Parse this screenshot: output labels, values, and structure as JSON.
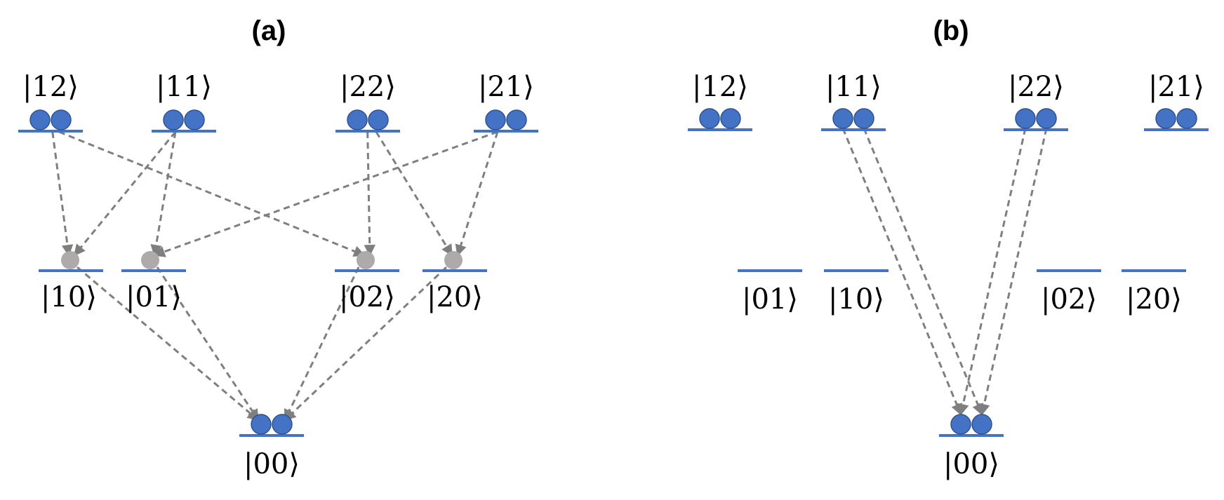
{
  "colors": {
    "level": "#4472C4",
    "particle_fill": "#4472C4",
    "particle_stroke": "#2F528F",
    "virtual_particle": "#AEAAAA",
    "arrow": "#7F7F7F"
  },
  "panels": [
    {
      "id": "a",
      "title": "(a)",
      "levels": [
        {
          "id": "12",
          "label": "|12⟩",
          "particles": 2,
          "kind": "top"
        },
        {
          "id": "11",
          "label": "|11⟩",
          "particles": 2,
          "kind": "top"
        },
        {
          "id": "22",
          "label": "|22⟩",
          "particles": 2,
          "kind": "top"
        },
        {
          "id": "21",
          "label": "|21⟩",
          "particles": 2,
          "kind": "top"
        },
        {
          "id": "10",
          "label": "|10⟩",
          "particles": 1,
          "kind": "mid-virtual"
        },
        {
          "id": "01",
          "label": "|01⟩",
          "particles": 1,
          "kind": "mid-virtual"
        },
        {
          "id": "02",
          "label": "|02⟩",
          "particles": 1,
          "kind": "mid-virtual"
        },
        {
          "id": "20",
          "label": "|20⟩",
          "particles": 1,
          "kind": "mid-virtual"
        },
        {
          "id": "00",
          "label": "|00⟩",
          "particles": 2,
          "kind": "bottom"
        }
      ],
      "transitions": [
        {
          "from": "12",
          "to": "10"
        },
        {
          "from": "12",
          "to": "02"
        },
        {
          "from": "11",
          "to": "10"
        },
        {
          "from": "11",
          "to": "01"
        },
        {
          "from": "22",
          "to": "02"
        },
        {
          "from": "22",
          "to": "20"
        },
        {
          "from": "21",
          "to": "01"
        },
        {
          "from": "21",
          "to": "20"
        },
        {
          "from": "10",
          "to": "00"
        },
        {
          "from": "01",
          "to": "00"
        },
        {
          "from": "02",
          "to": "00"
        },
        {
          "from": "20",
          "to": "00"
        }
      ]
    },
    {
      "id": "b",
      "title": "(b)",
      "levels": [
        {
          "id": "12",
          "label": "|12⟩",
          "particles": 2,
          "kind": "top"
        },
        {
          "id": "11",
          "label": "|11⟩",
          "particles": 2,
          "kind": "top"
        },
        {
          "id": "22",
          "label": "|22⟩",
          "particles": 2,
          "kind": "top"
        },
        {
          "id": "21",
          "label": "|21⟩",
          "particles": 2,
          "kind": "top"
        },
        {
          "id": "01",
          "label": "|01⟩",
          "particles": 0,
          "kind": "mid-empty"
        },
        {
          "id": "10",
          "label": "|10⟩",
          "particles": 0,
          "kind": "mid-empty"
        },
        {
          "id": "02",
          "label": "|02⟩",
          "particles": 0,
          "kind": "mid-empty"
        },
        {
          "id": "20",
          "label": "|20⟩",
          "particles": 0,
          "kind": "mid-empty"
        },
        {
          "id": "00",
          "label": "|00⟩",
          "particles": 2,
          "kind": "bottom"
        }
      ],
      "transitions": [
        {
          "from": "11",
          "to": "00",
          "particle": 1
        },
        {
          "from": "11",
          "to": "00",
          "particle": 2
        },
        {
          "from": "22",
          "to": "00",
          "particle": 1
        },
        {
          "from": "22",
          "to": "00",
          "particle": 2
        }
      ]
    }
  ]
}
